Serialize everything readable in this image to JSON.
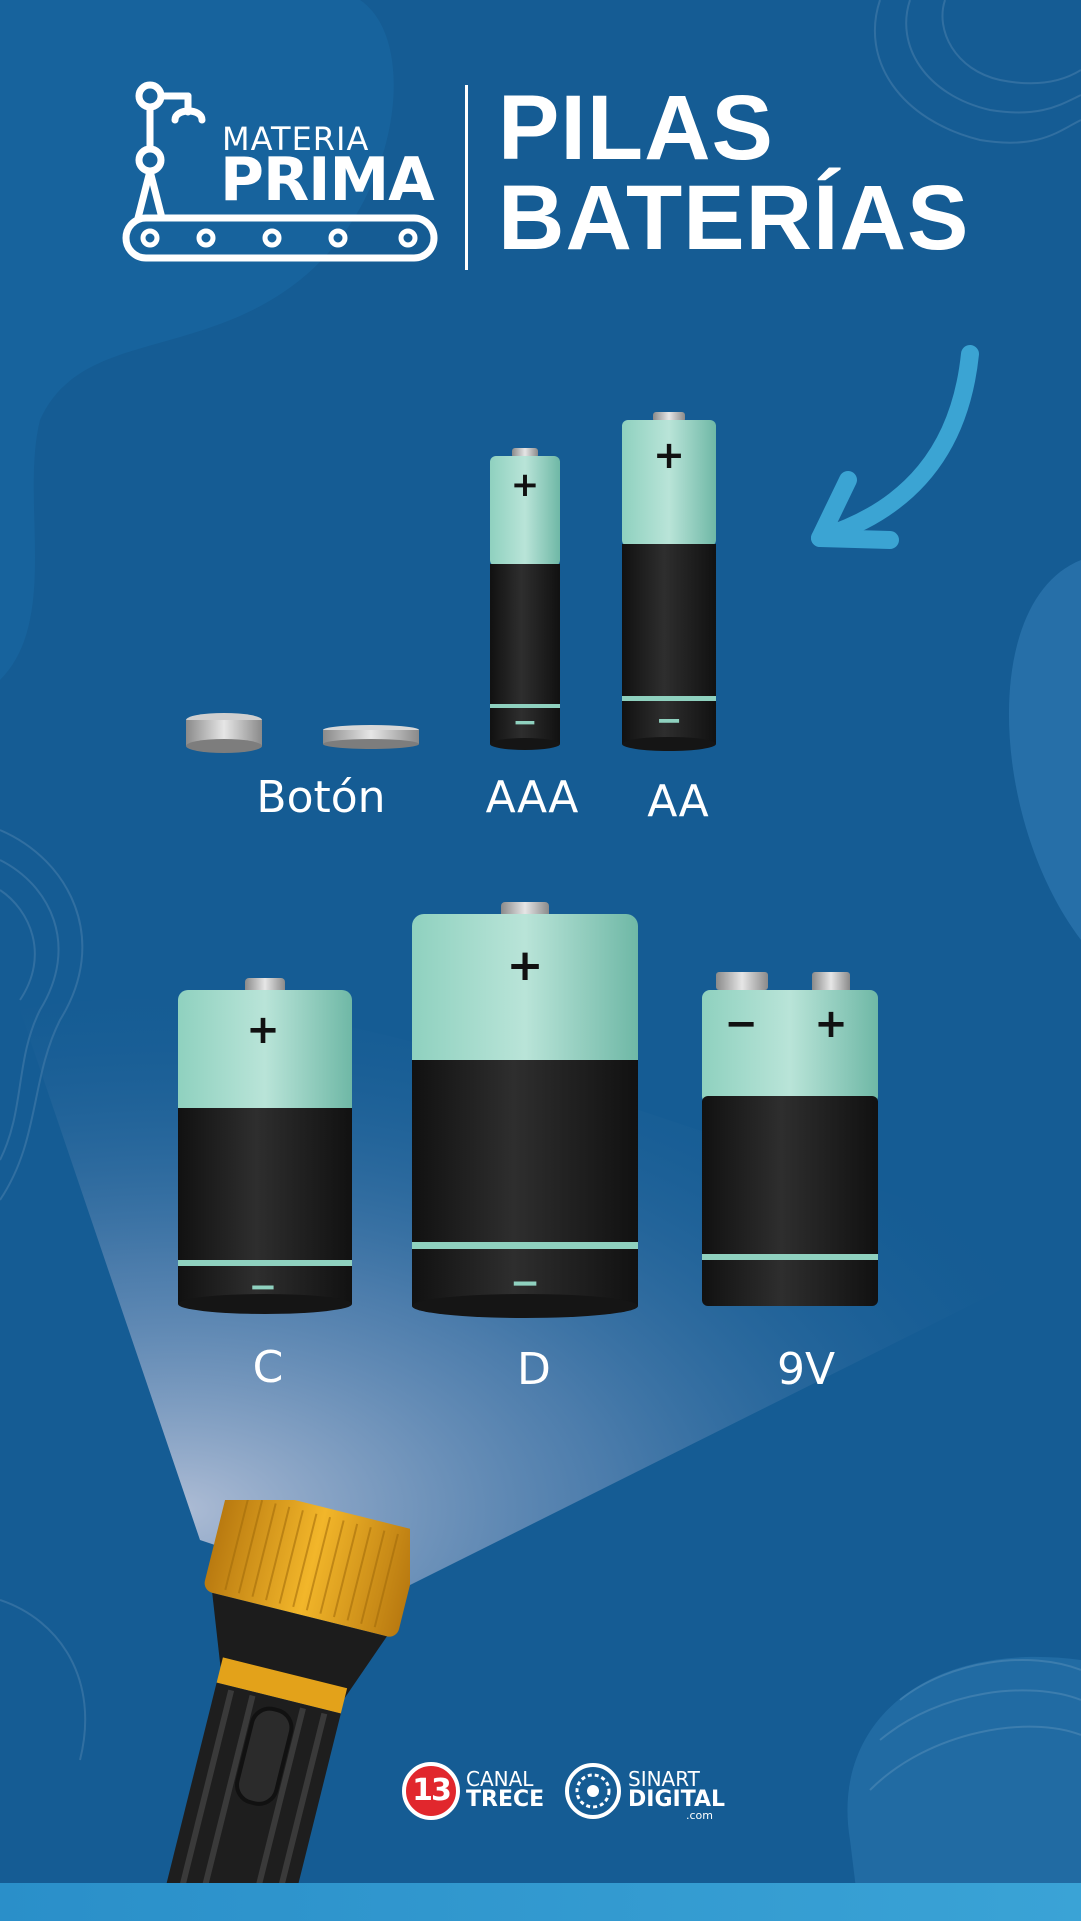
{
  "header": {
    "brand_small": "MATERIA",
    "brand_large": "PRIMA",
    "title_line1": "PILAS",
    "title_line2": "BATERÍAS"
  },
  "batteries": [
    {
      "id": "boton",
      "label": "Botón",
      "terminals": {
        "plus": "",
        "minus": ""
      }
    },
    {
      "id": "aaa",
      "label": "AAA",
      "terminals": {
        "plus": "+",
        "minus": "−"
      }
    },
    {
      "id": "aa",
      "label": "AA",
      "terminals": {
        "plus": "+",
        "minus": "−"
      }
    },
    {
      "id": "c",
      "label": "C",
      "terminals": {
        "plus": "+",
        "minus": "−"
      }
    },
    {
      "id": "d",
      "label": "D",
      "terminals": {
        "plus": "+",
        "minus": "−"
      }
    },
    {
      "id": "9v",
      "label": "9V",
      "terminals": {
        "plus": "+",
        "minus": "−"
      }
    }
  ],
  "footer": {
    "canal_number": "13",
    "canal_line1": "CANAL",
    "canal_line2": "TRECE",
    "sinart_line1": "SINART",
    "sinart_line2": "DIGITAL",
    "sinart_suffix": ".com"
  },
  "colors": {
    "background": "#155c94",
    "battery_top": "#8fd1bf",
    "battery_body": "#222222",
    "arrow": "#3ba4d3",
    "flashlight_head": "#e3a21a",
    "canal_red": "#e1272d"
  }
}
